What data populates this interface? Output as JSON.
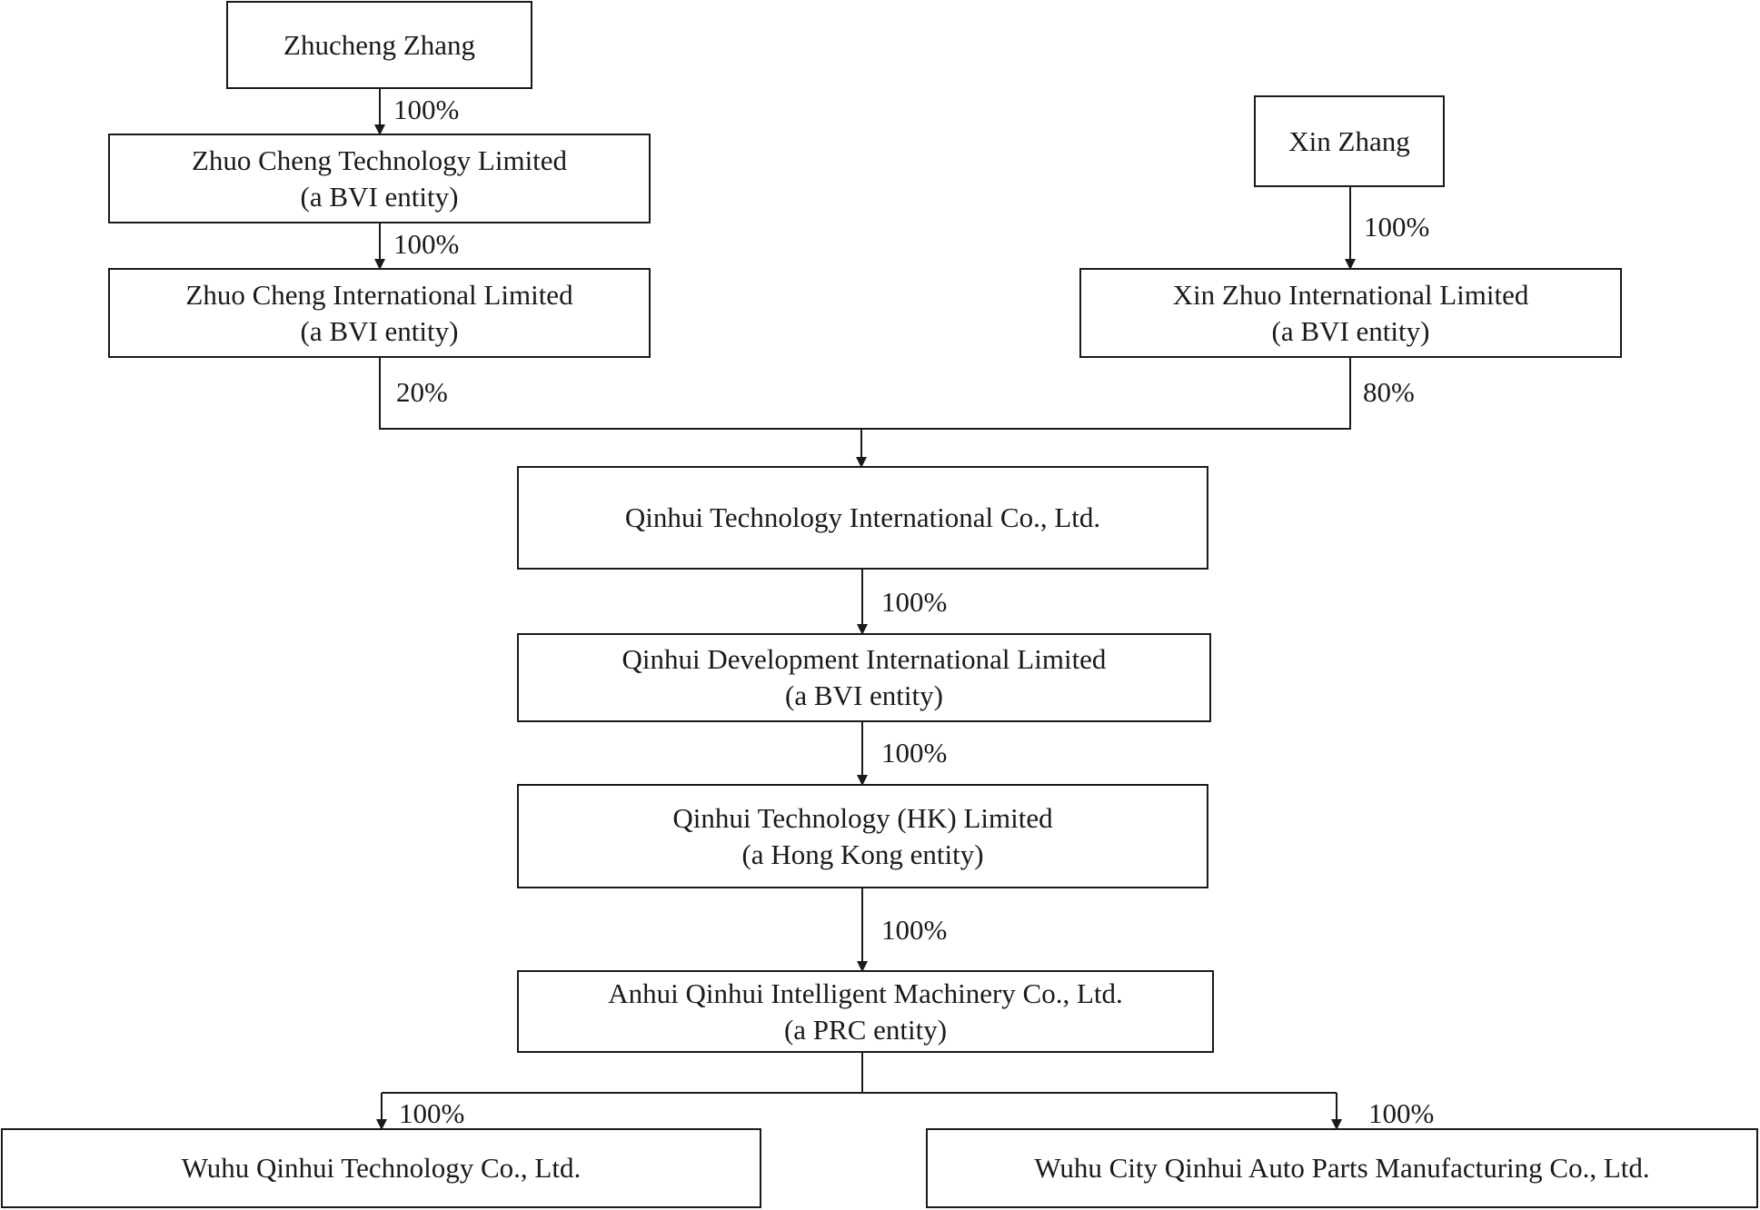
{
  "nodes": {
    "zhucheng_zhang": {
      "name": "Zhucheng Zhang"
    },
    "zhuo_cheng_technology": {
      "name": "Zhuo Cheng Technology Limited",
      "entity": "(a BVI entity)"
    },
    "zhuo_cheng_international": {
      "name": "Zhuo Cheng International Limited",
      "entity": "(a BVI entity)"
    },
    "xin_zhang": {
      "name": "Xin Zhang"
    },
    "xin_zhuo_international": {
      "name": "Xin Zhuo International Limited",
      "entity": "(a BVI entity)"
    },
    "qinhui_technology_international": {
      "name": "Qinhui Technology International Co., Ltd."
    },
    "qinhui_development_international": {
      "name": "Qinhui Development International Limited",
      "entity": "(a BVI entity)"
    },
    "qinhui_technology_hk": {
      "name": "Qinhui Technology (HK) Limited",
      "entity": "(a Hong Kong entity)"
    },
    "anhui_qinhui": {
      "name": "Anhui Qinhui Intelligent Machinery Co., Ltd.",
      "entity": "(a PRC entity)"
    },
    "wuhu_qinhui_technology": {
      "name": "Wuhu Qinhui Technology Co., Ltd."
    },
    "wuhu_city_qinhui_auto_parts": {
      "name": "Wuhu City Qinhui Auto Parts Manufacturing Co., Ltd."
    }
  },
  "ownership": {
    "zhucheng_to_zhuo_cheng_technology": "100%",
    "zhuo_cheng_technology_to_zhuo_cheng_international": "100%",
    "xin_zhang_to_xin_zhuo_international": "100%",
    "zhuo_cheng_international_to_qinhui_technology_international": "20%",
    "xin_zhuo_international_to_qinhui_technology_international": "80%",
    "qinhui_technology_international_to_qinhui_development": "100%",
    "qinhui_development_to_qinhui_technology_hk": "100%",
    "qinhui_technology_hk_to_anhui_qinhui": "100%",
    "anhui_qinhui_to_wuhu_qinhui_technology": "100%",
    "anhui_qinhui_to_wuhu_city_qinhui_auto_parts": "100%"
  },
  "colors": {
    "line": "#1a1a1a",
    "background": "#ffffff"
  }
}
